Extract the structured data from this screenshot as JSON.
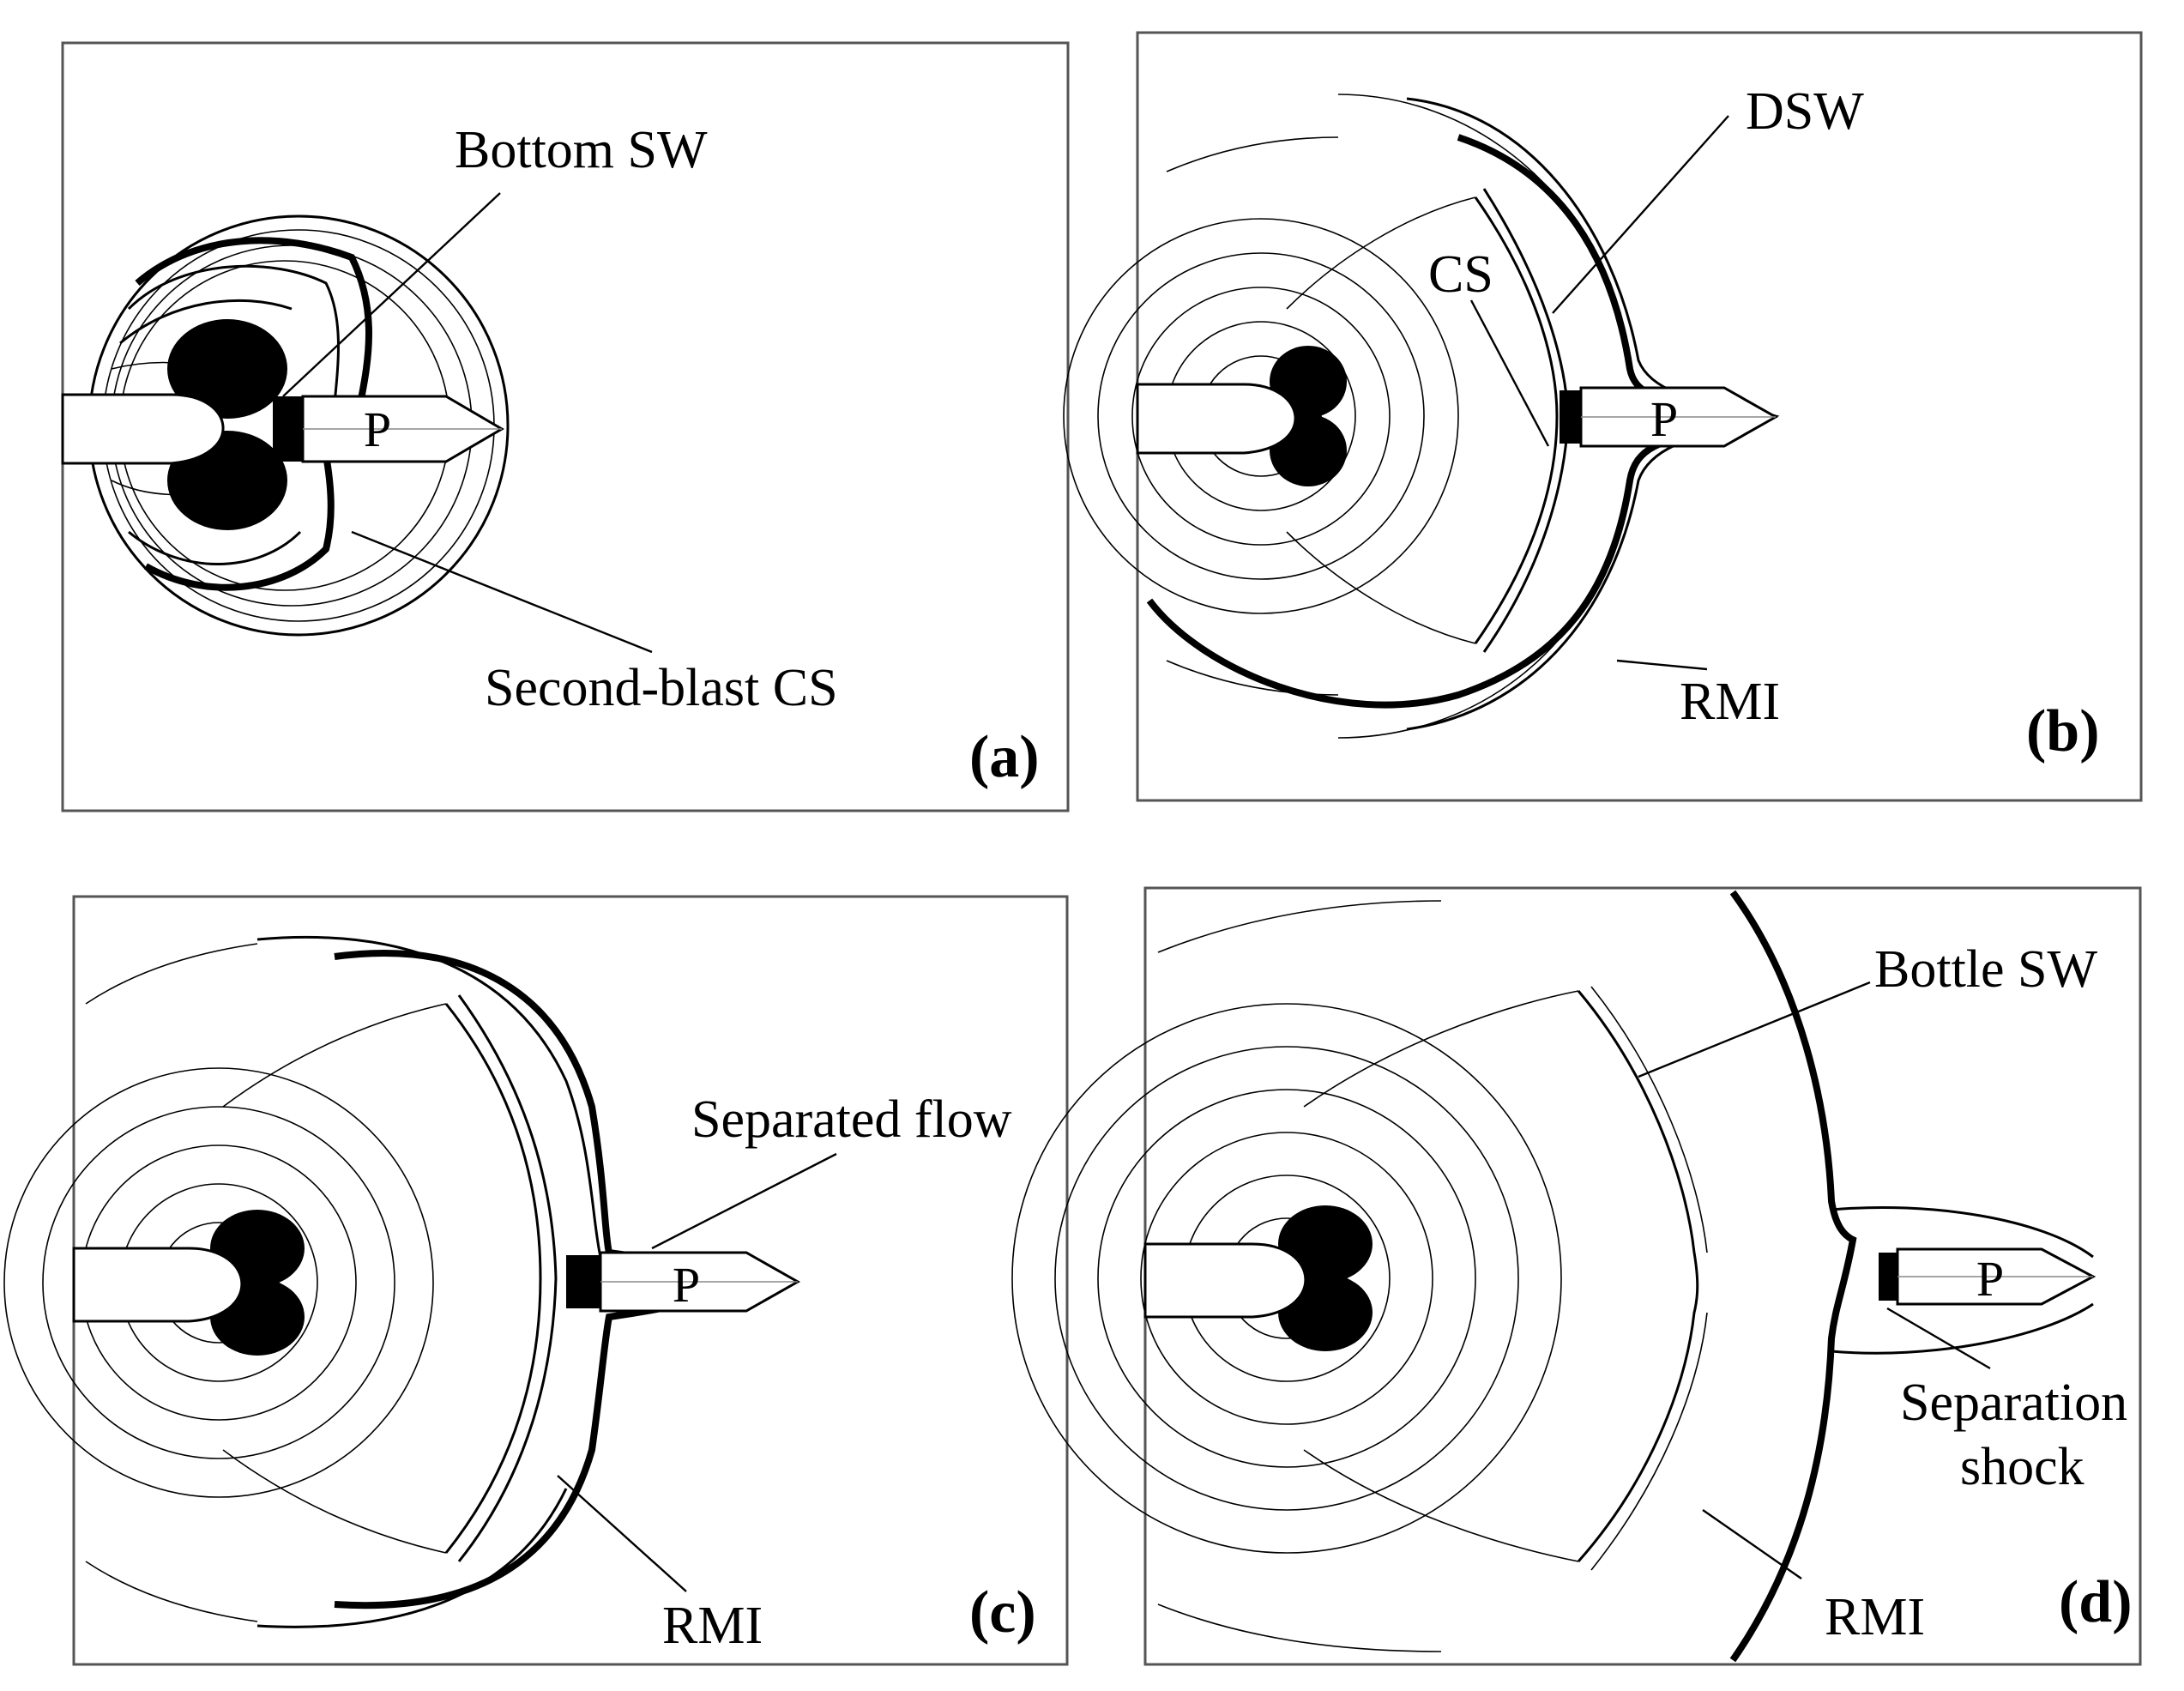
{
  "panels": [
    {
      "id": "a",
      "tag": "(a)",
      "projectile_label": "P",
      "annotations": [
        "Bottom SW",
        "Second-blast CS"
      ]
    },
    {
      "id": "b",
      "tag": "(b)",
      "projectile_label": "P",
      "annotations": [
        "DSW",
        "CS",
        "RMI"
      ]
    },
    {
      "id": "c",
      "tag": "(c)",
      "projectile_label": "P",
      "annotations": [
        "Separated flow",
        "RMI"
      ]
    },
    {
      "id": "d",
      "tag": "(d)",
      "projectile_label": "P",
      "annotations": [
        "Bottle SW",
        "Separation",
        "shock",
        "RMI"
      ]
    }
  ]
}
